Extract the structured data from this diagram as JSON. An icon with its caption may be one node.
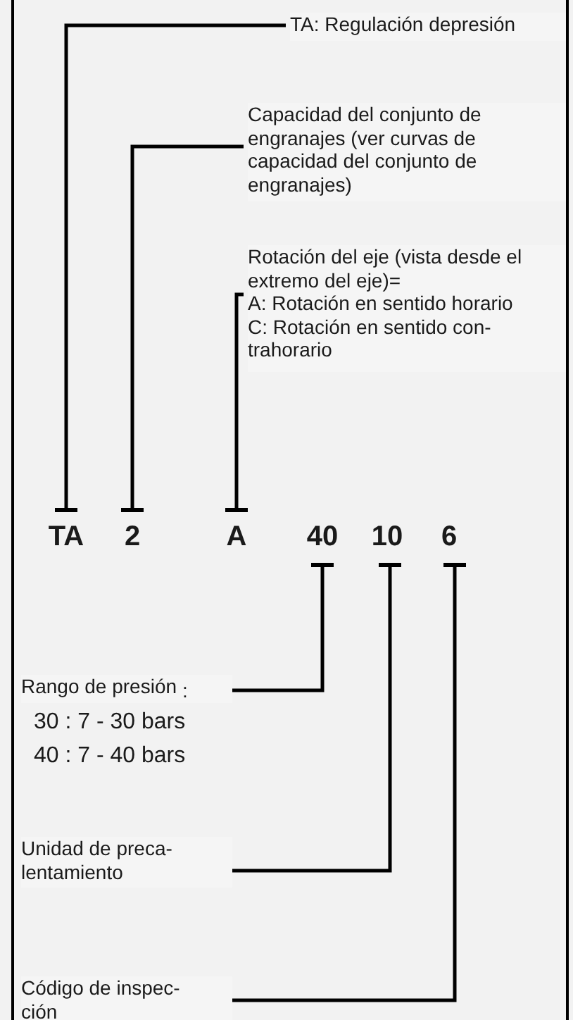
{
  "diagram": {
    "nodes": [
      {
        "text": [
          "TA: Regulación depresión"
        ]
      },
      {
        "text": [
          "Capacidad del conjunto de engranajes (ver curvas de capacidad del conjunto de engranajes)"
        ]
      },
      {
        "text": [
          "Rotación del eje (vista desde el extremo del eje)=",
          "A: Rotación en sentido horario",
          "C: Rotación en sentido con- trahorario"
        ]
      },
      {
        "text": [
          "TA"
        ]
      },
      {
        "text": [
          "2"
        ]
      },
      {
        "text": [
          "A"
        ]
      },
      {
        "text": [
          "40"
        ]
      },
      {
        "text": [
          "10"
        ]
      },
      {
        "text": [
          "6"
        ]
      },
      {
        "text": [
          "Rango de presión",
          ":"
        ]
      },
      {
        "text": [
          "Unidad de preca- lentamiento"
        ]
      },
      {
        "text": [
          "Código de inspec- ción"
        ]
      }
    ],
    "edges": [
      {
        "from": 0,
        "to": 3,
        "arrow": "other"
      },
      {
        "from": 1,
        "to": 4,
        "arrow": "other"
      },
      {
        "from": 2,
        "to": 5,
        "arrow": "other"
      },
      {
        "from": 9,
        "to": 6,
        "arrow": "other"
      },
      {
        "from": 10,
        "to": 7,
        "arrow": "other"
      },
      {
        "from": 11,
        "to": 8,
        "arrow": "other"
      }
    ],
    "labels": [
      "30 : 7 - 30 bars",
      "40 : 7 - 40 bars"
    ]
  }
}
